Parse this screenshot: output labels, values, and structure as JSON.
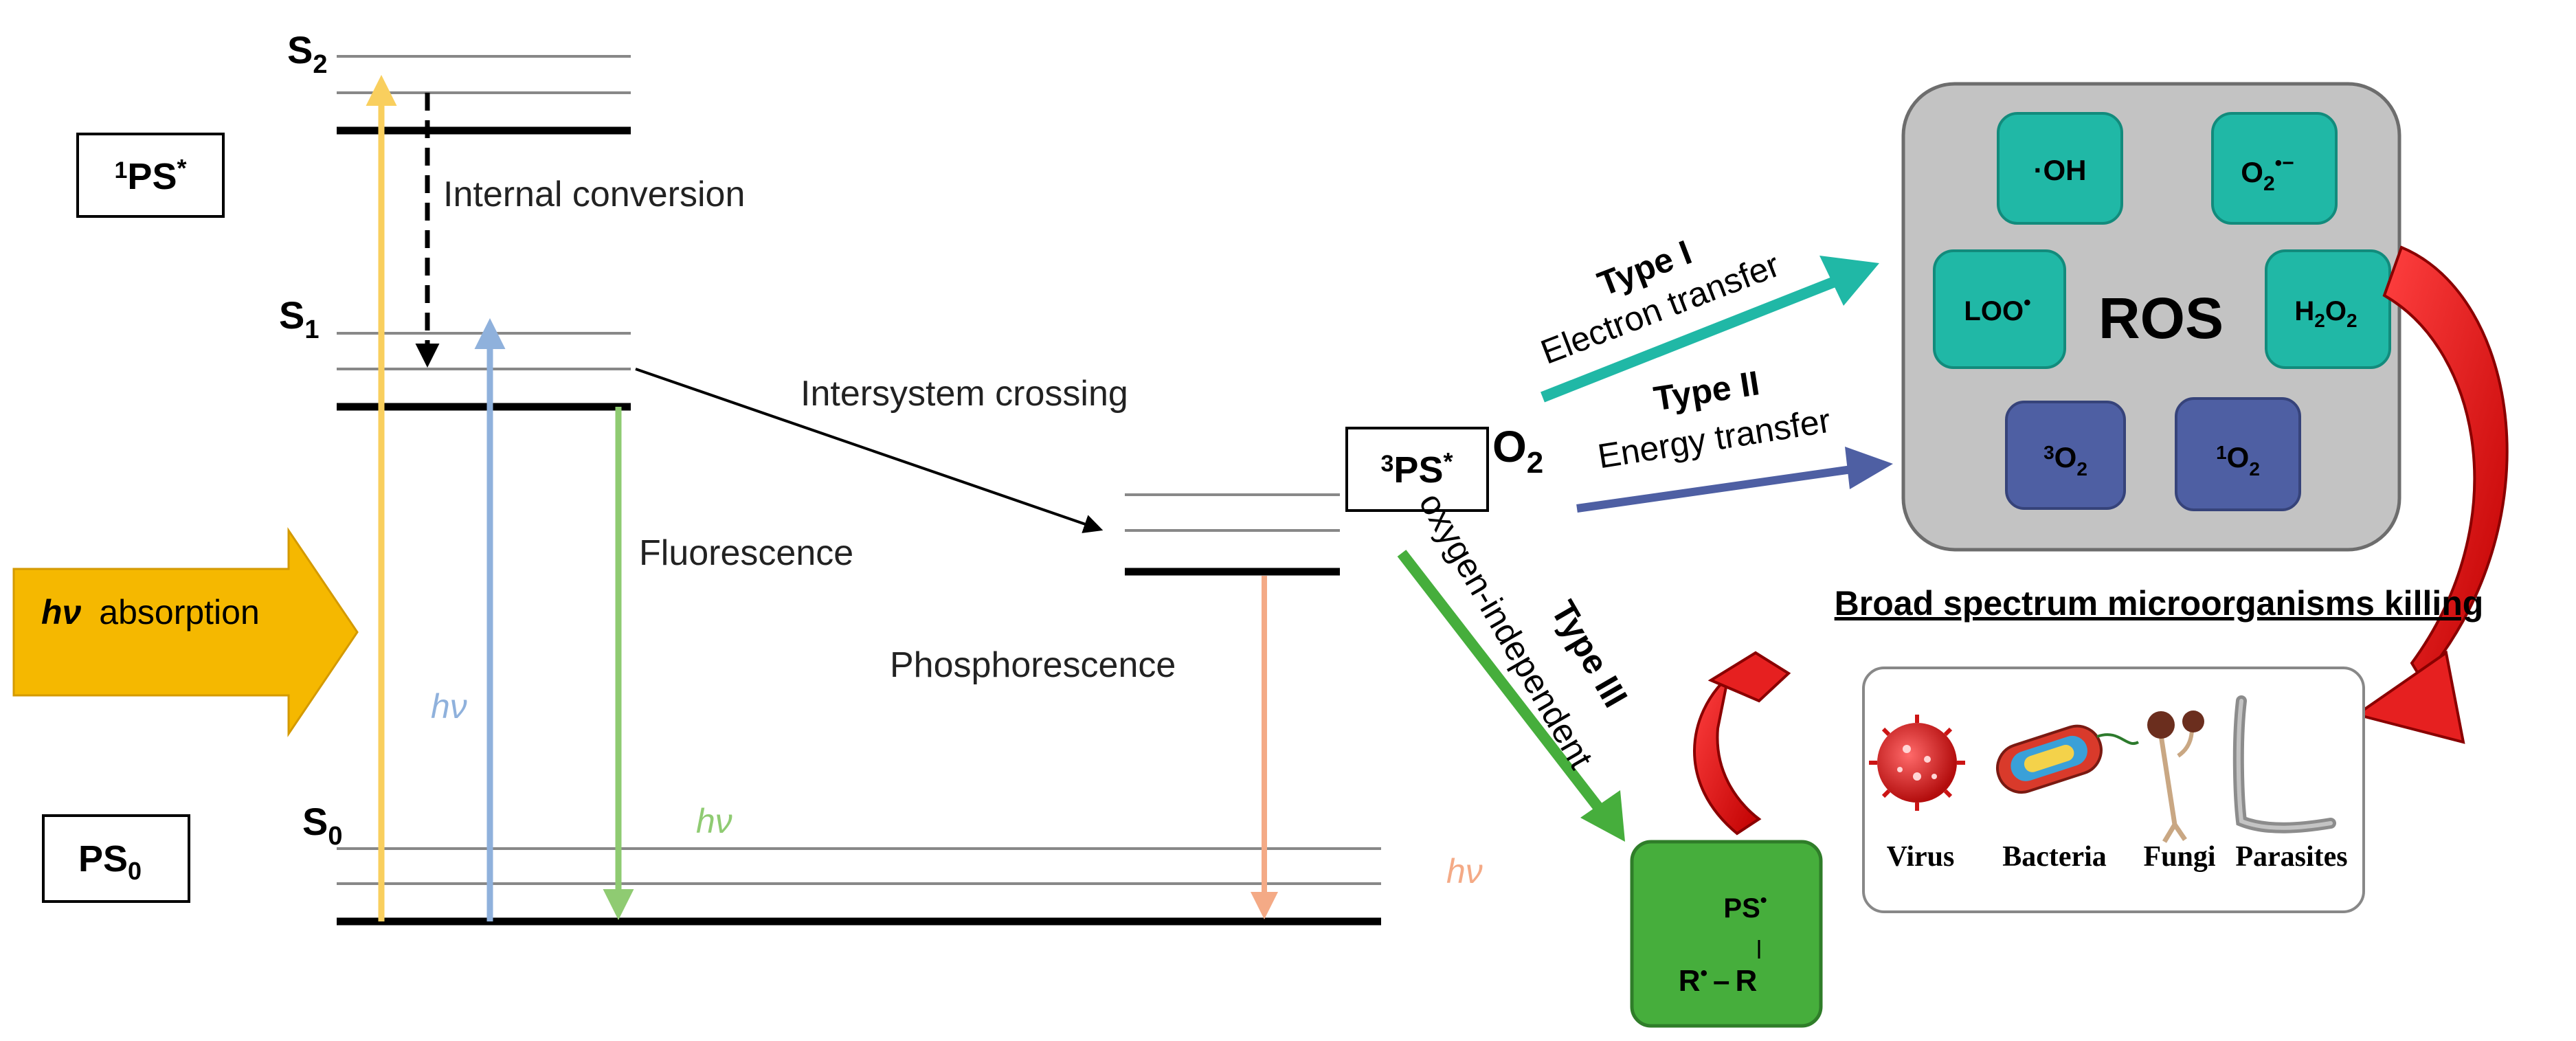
{
  "colors": {
    "yellow": "#f9cf5e",
    "blue": "#8fb1dc",
    "green_light": "#8fcb72",
    "orange": "#f4aa86",
    "teal": "#20b8a6",
    "navy": "#4e5fa3",
    "green_dark": "#46ae3c",
    "red": "#e62020",
    "ros_box": "#c3c3c3",
    "absorption_arrow": "#f5b800"
  },
  "states": {
    "s2": {
      "letter": "S",
      "sub": "2"
    },
    "s1": {
      "letter": "S",
      "sub": "1"
    },
    "s0": {
      "letter": "S",
      "sub": "0"
    }
  },
  "boxes": {
    "singlet_excited": {
      "sup": "1",
      "main": "PS",
      "star": "*"
    },
    "ground": {
      "main": "PS",
      "sub": "0"
    },
    "triplet": {
      "sup": "3",
      "main": "PS",
      "star": "*"
    }
  },
  "labels": {
    "internal_conversion": "Internal conversion",
    "intersystem_crossing": "Intersystem crossing",
    "fluorescence": "Fluorescence",
    "phosphorescence": "Phosphorescence",
    "hv": "hν",
    "absorption_hv": "hν",
    "absorption_word": "absorption",
    "o2_main": "O",
    "o2_sub": "2"
  },
  "types": {
    "type1_title": "Type I",
    "type1_sub": "Electron transfer",
    "type2_title": "Type II",
    "type2_sub": "Energy transfer",
    "type3_title": "Type III",
    "type3_sub": "oxygen-independent"
  },
  "ros": {
    "title": "ROS",
    "oh": "·OH",
    "superoxide_main": "O",
    "superoxide_sub": "2",
    "superoxide_sup": "•−",
    "loo": "LOO",
    "loo_sup": "•",
    "h2o2_h": "H",
    "h2o2_sub1": "2",
    "h2o2_o": "O",
    "h2o2_sub2": "2",
    "triplet_o2_sup": "3",
    "triplet_o2_main": "O",
    "triplet_o2_sub": "2",
    "singlet_o2_sup": "1",
    "singlet_o2_main": "O",
    "singlet_o2_sub": "2"
  },
  "radical": {
    "ps": "PS",
    "ps_dot": "•",
    "r1": "R",
    "r1_dot": "•",
    "bond": "–",
    "r2": "R"
  },
  "killing": {
    "title": "Broad spectrum microorganisms killing",
    "organisms": [
      "Virus",
      "Bacteria",
      "Fungi",
      "Parasites"
    ]
  }
}
